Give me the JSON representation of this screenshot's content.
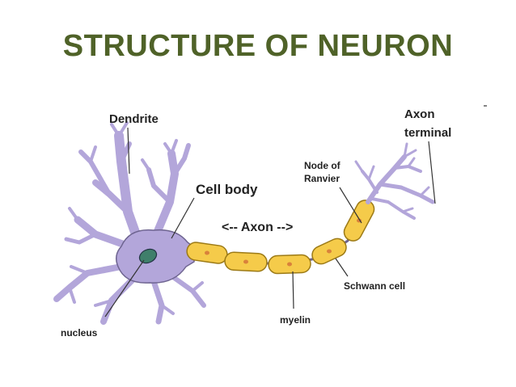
{
  "title": "STRUCTURE OF NEURON",
  "labels": {
    "dendrite": "Dendrite",
    "cell_body": "Cell body",
    "axon": "<-- Axon -->",
    "node_of_ranvier_1": "Node of",
    "node_of_ranvier_2": "Ranvier",
    "axon_terminal_1": "Axon",
    "axon_terminal_2": "terminal",
    "schwann_cell": "Schwann cell",
    "myelin": "myelin",
    "nucleus": "nucleus"
  },
  "colors": {
    "title": "#4F6228",
    "neuron_body": "#B3A6DA",
    "neuron_outline": "#6E6490",
    "myelin_fill": "#F5CB4A",
    "myelin_outline": "#9C7A16",
    "myelin_nucleus": "#D9823B",
    "nucleus_fill": "#3F7F6B"
  }
}
